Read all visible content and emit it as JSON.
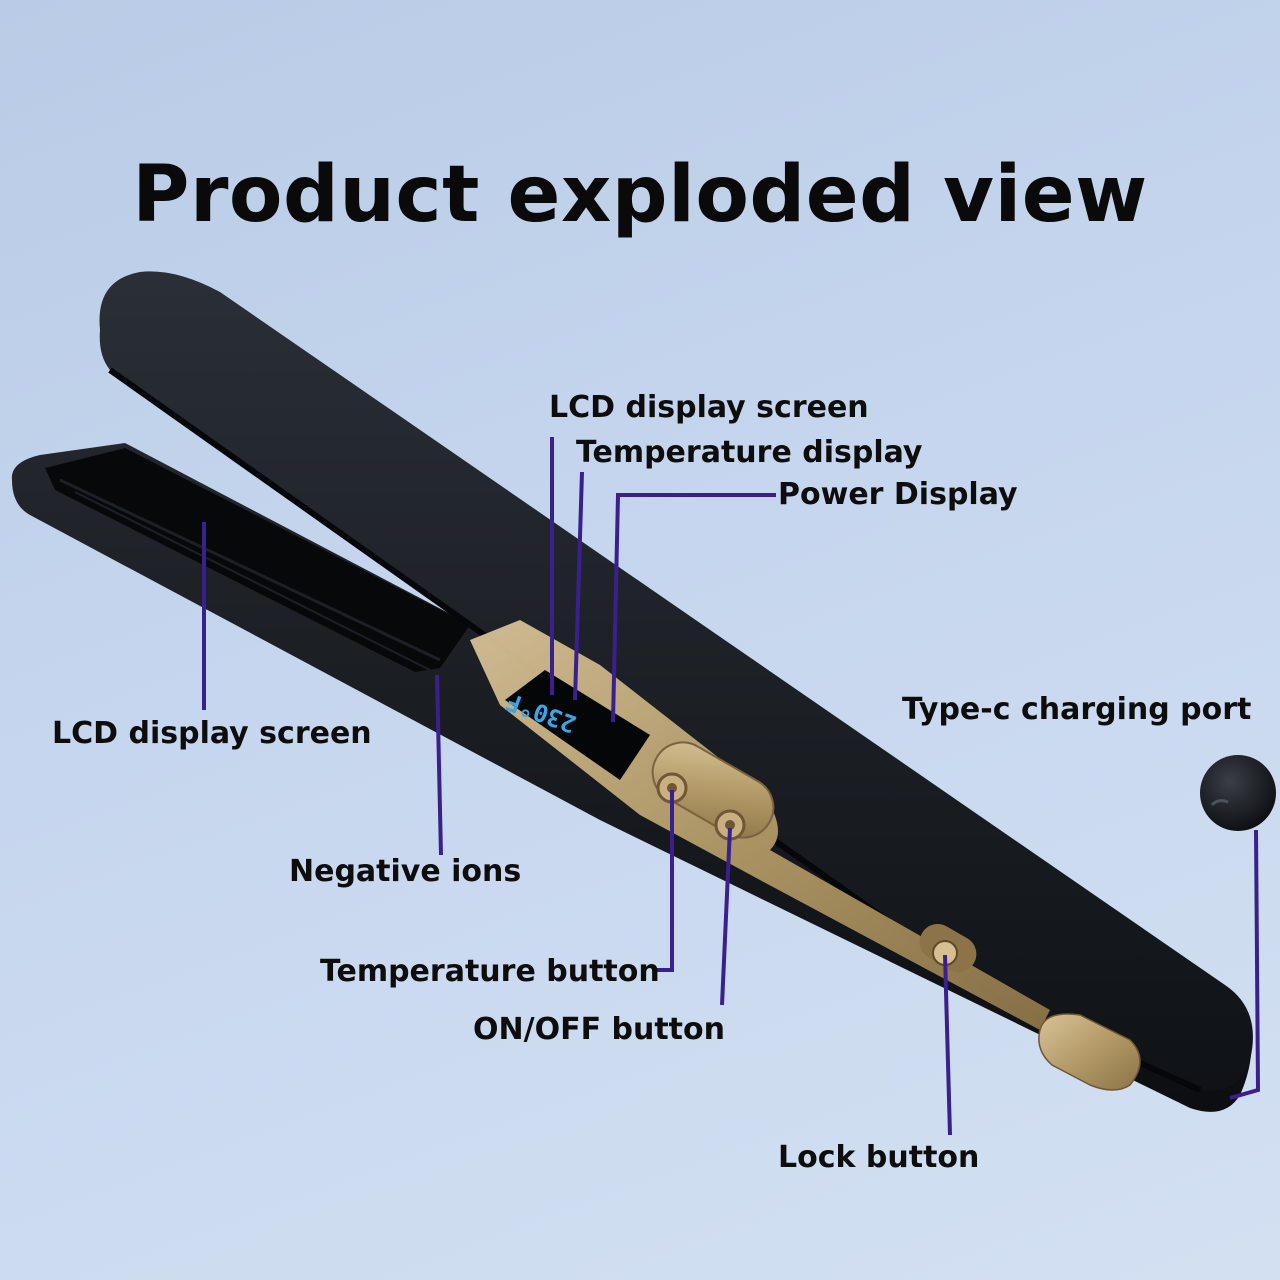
{
  "title": "Product exploded view",
  "lcd_readout": "230°F",
  "callouts": {
    "lcd_top": "LCD display screen",
    "temp_display": "Temperature display",
    "power_display": "Power Display",
    "lcd_left": "LCD display screen",
    "typec": "Type-c charging port",
    "neg_ions": "Negative ions",
    "temp_button": "Temperature button",
    "onoff_button": "ON/OFF button",
    "lock_button": "Lock button"
  },
  "colors": {
    "leader_line": "#3a1f8f",
    "body": "#161a1f",
    "accent_gold": "#b49a6a",
    "lcd_text": "#3aa6e8"
  }
}
